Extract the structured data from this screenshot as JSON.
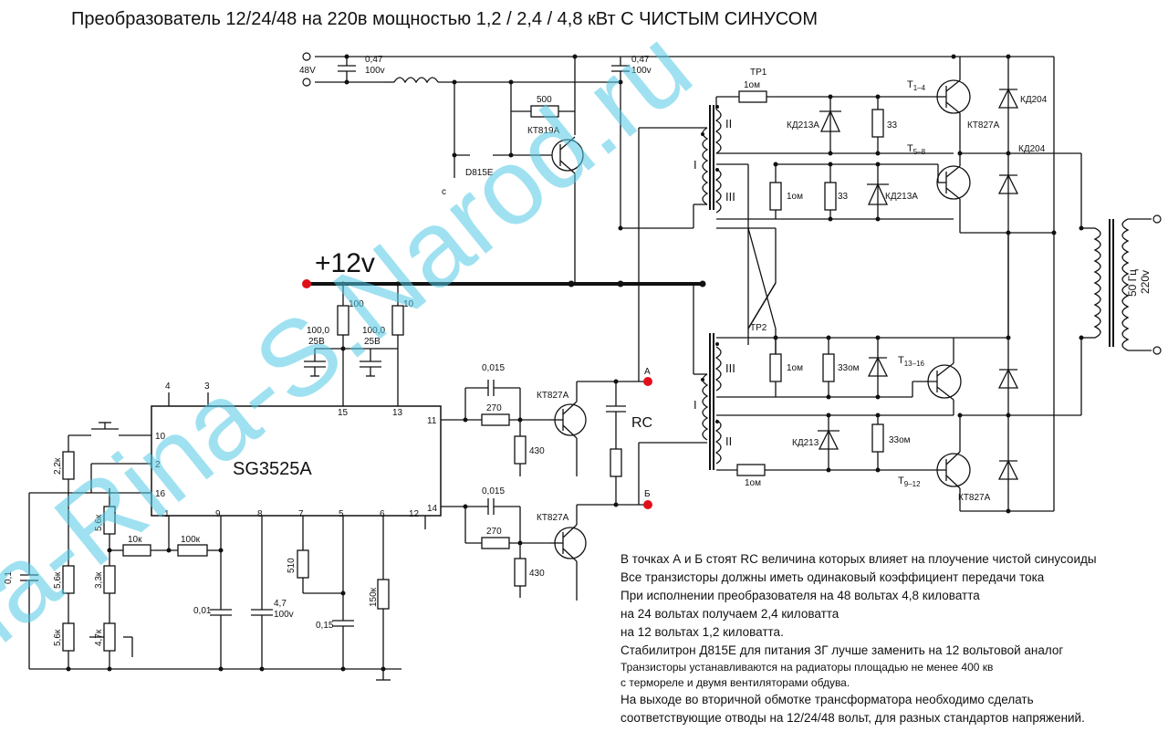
{
  "title": "Преобразователь 12/24/48 на 220в мощностью 1,2 / 2,4 / 4,8 кВт  С ЧИСТЫМ СИНУСОМ",
  "watermark": "Ma-Rina-S.Narod.ru",
  "labels": {
    "v48": "48V",
    "c047a": "0,47",
    "c047a_v": "100v",
    "c047b": "0,47",
    "c047b_v": "100v",
    "r500": "500",
    "kt819": "КТ819А",
    "d815": "D815E",
    "cmark": "c",
    "plus12": "+12v",
    "r100": "100",
    "r10": "10",
    "c100a": "100,0",
    "c100a_v": "25В",
    "c100b": "100,0",
    "c100b_v": "25В",
    "ic": "SG3525A",
    "pin4": "4",
    "pin3": "3",
    "pin15": "15",
    "pin13": "13",
    "pin11": "11",
    "pin10": "10",
    "pin2": "2",
    "pin16": "16",
    "pin1": "1",
    "pin9": "9",
    "pin8": "8",
    "pin7": "7",
    "pin5": "5",
    "pin6": "6",
    "pin12": "12",
    "pin14": "14",
    "c015a": "0,015",
    "r270a": "270",
    "r430a": "430",
    "kt827q1": "КТ827А",
    "c015b": "0,015",
    "r270b": "270",
    "r430b": "430",
    "kt827q2": "КТ827А",
    "rc": "RC",
    "ptA": "А",
    "ptB": "Б",
    "r22k": "2,2к",
    "r56k_a": "5,6к",
    "r56k_b": "5,6к",
    "r56k_c": "5,6к",
    "r33k": "3,3к",
    "r47k": "4,7к",
    "r10k": "10к",
    "r100k": "100к",
    "c01": "0,1",
    "c001": "0,01",
    "c47": "4,7",
    "c47_v": "100v",
    "r510": "510",
    "c015c": "0,15",
    "r150k": "150к",
    "tp1": "ТР1",
    "tp2": "ТР2",
    "w1a": "II",
    "w1b": "I",
    "w1c": "III",
    "w2a": "III",
    "w2b": "I",
    "w2c": "II",
    "r1om_a": "1ом",
    "kd213a_a": "КД213А",
    "r33_a": "33",
    "t14": "T",
    "t14s": "1–4",
    "kt827a_top": "КТ827А",
    "kd204a": "КД204",
    "t58": "T",
    "t58s": "5–8",
    "kd204b": "КД204",
    "r1om_b": "1ом",
    "r33_b": "33",
    "kd213a_b": "КД213А",
    "r1om_c": "1ом",
    "r33om_c": "33ом",
    "t1316": "T",
    "t1316s": "13–16",
    "kd213_d": "КД213",
    "r33om_d": "33ом",
    "r1om_d": "1ом",
    "t912": "T",
    "t912s": "9–12",
    "kt827a_bot": "КТ827А",
    "hz": "50 Гц",
    "v220": "220v"
  },
  "notes": [
    "В точках А и Б стоят RC    величина которых влияет на плоучение  чистой синусоиды",
    "Все транзисторы должны иметь одинаковый коэффициент передачи тока",
    "При  исполнении преобразователя на 48 вольтах 4,8 киловатта",
    "на 24 вольтах получаем 2,4 киловатта",
    "на 12 вольтах 1,2 киловатта.",
    "Стабилитрон Д815Е для питания ЗГ лучше заменить на 12 вольтовой аналог",
    "Транзисторы устанавливаются на радиаторы площадью не менее 400 кв",
    "с термореле и двумя вентиляторами обдува.",
    "На выходе во вторичной обмотке трансформатора необходимо сделать",
    " соответствующие отводы на 12/24/48 вольт, для разных стандартов напряжений."
  ],
  "colors": {
    "line": "#111111",
    "terminal": "#e0101a",
    "watermark": "#50c8e6"
  }
}
